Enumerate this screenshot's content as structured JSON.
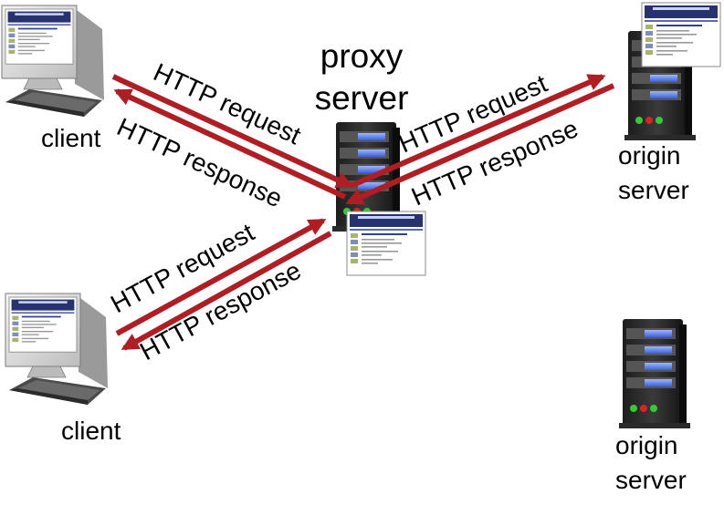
{
  "nodes": {
    "proxy": {
      "line1": "proxy",
      "line2": "server"
    },
    "client_top": {
      "label": "client"
    },
    "client_bottom": {
      "label": "client"
    },
    "origin_top": {
      "line1": "origin",
      "line2": "server"
    },
    "origin_bottom": {
      "line1": "origin",
      "line2": "server"
    }
  },
  "arrows": {
    "client_top_request": "HTTP request",
    "client_top_response": "HTTP response",
    "origin_request": "HTTP request",
    "origin_response": "HTTP response",
    "client_bottom_request": "HTTP request",
    "client_bottom_response": "HTTP response"
  },
  "colors": {
    "arrow": "#b01e23",
    "server_body": "#2b2b2b",
    "screen_frame": "#f2f2f2",
    "led_green": "#33cc33",
    "led_red": "#dd2222",
    "drive_blue": "#5b7fe0"
  },
  "icons": [
    "desktop-computer-icon",
    "tower-server-icon",
    "web-page-icon"
  ]
}
